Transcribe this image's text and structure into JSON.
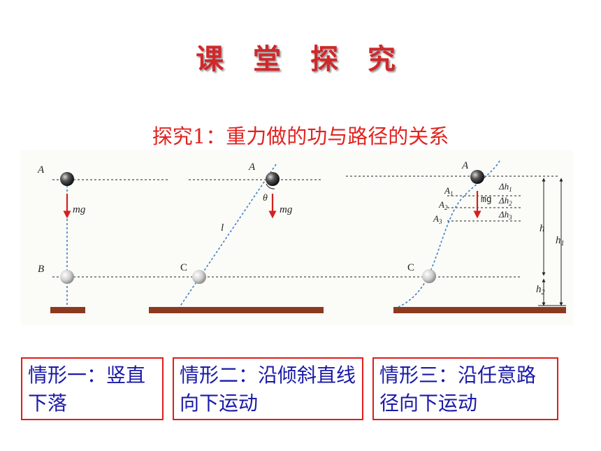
{
  "page": {
    "title": "课 堂 探 究",
    "subtitle": "探究1：重力做的功与路径的关系"
  },
  "diagram": {
    "labels": {
      "A": "A",
      "B": "B",
      "C": "C",
      "mg": "mg",
      "l": "l",
      "theta": "θ",
      "A1": "A",
      "A1_sub": "1",
      "A2": "A",
      "A2_sub": "2",
      "A3": "A",
      "A3_sub": "3",
      "dh1": "Δh",
      "dh1_sub": "1",
      "dh2": "Δh",
      "dh2_sub": "2",
      "dh3": "Δh",
      "dh3_sub": "3",
      "h": "h",
      "h1": "h",
      "h1_sub": "1",
      "h2": "h",
      "h2_sub": "2"
    },
    "colors": {
      "arrow": "#d42020",
      "ground": "#8b3a20",
      "path": "#3a7fc8"
    }
  },
  "cases": [
    {
      "text": "情形一：竖直下落"
    },
    {
      "text": "情形二：沿倾斜直线向下运动"
    },
    {
      "text": "情形三：沿任意路径向下运动"
    }
  ]
}
